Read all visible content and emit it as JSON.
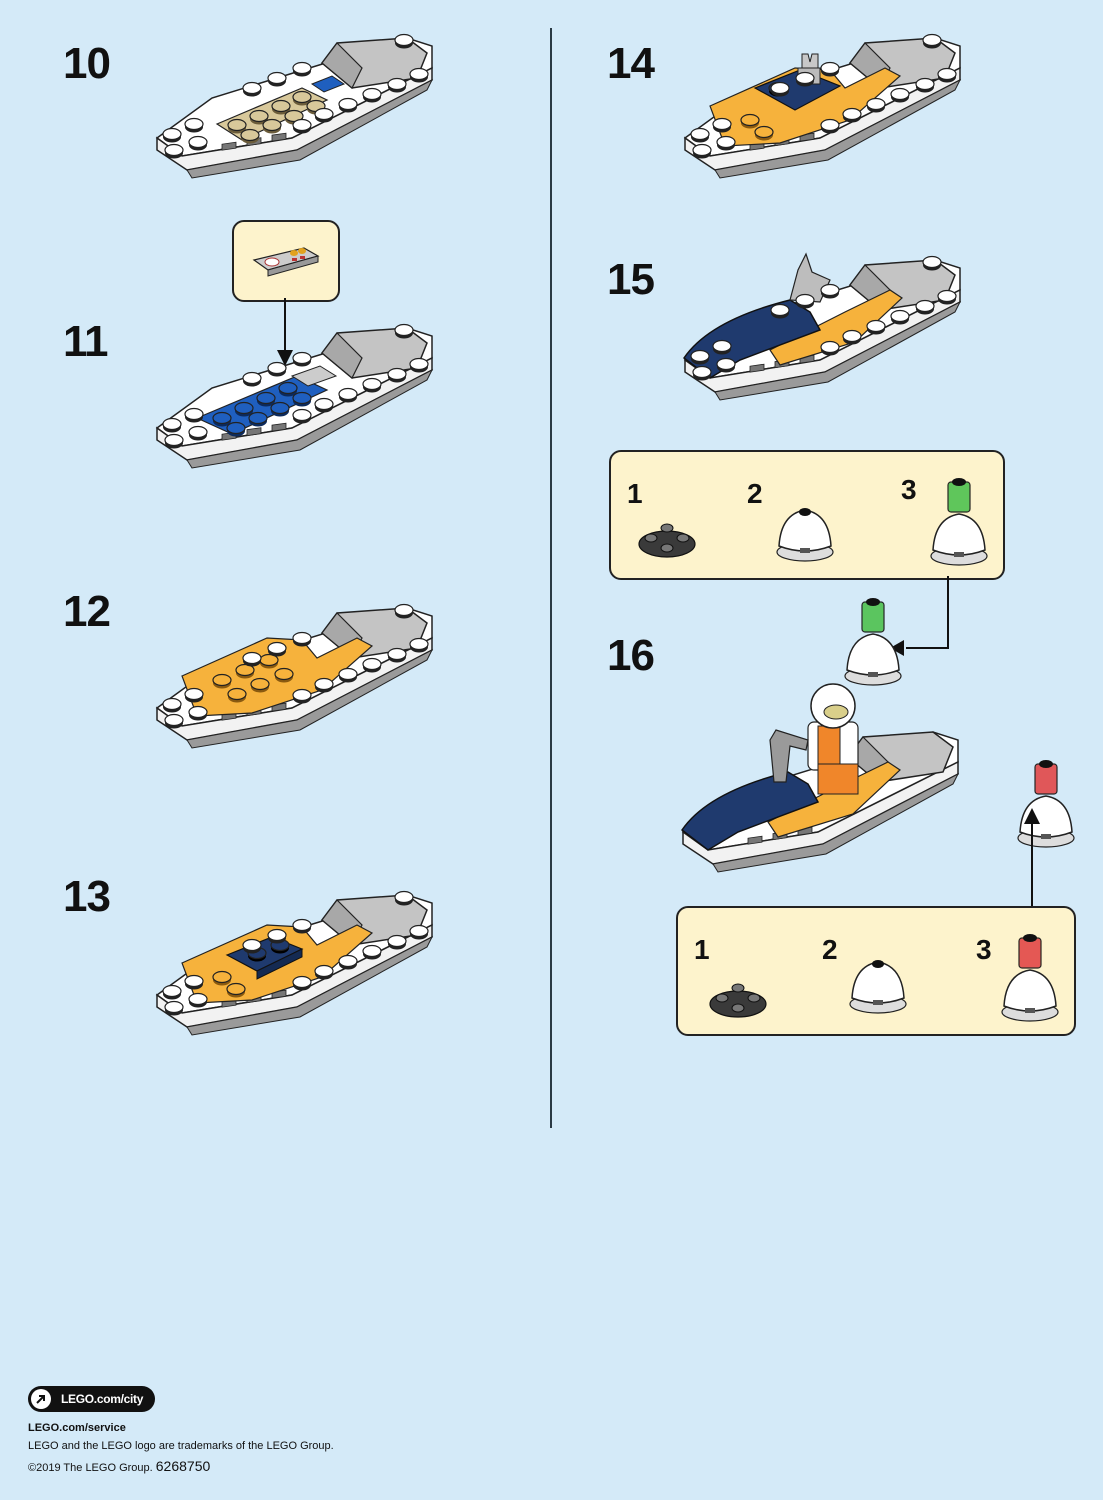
{
  "steps": [
    {
      "number": "10",
      "description": "Boat hull with tan 2x4 plate and blue 1x1 tile"
    },
    {
      "number": "11",
      "description": "Boat hull with blue plate; add printed dashboard tile"
    },
    {
      "number": "12",
      "description": "Add bright light orange wedge plates"
    },
    {
      "number": "13",
      "description": "Add dark blue 1x2 plates"
    },
    {
      "number": "14",
      "description": "Add dark blue plate with grey clip"
    },
    {
      "number": "15",
      "description": "Add dark blue curved slope and grey handlebar"
    },
    {
      "number": "16",
      "description": "Seat minifigure; place green and red buoys"
    }
  ],
  "callouts": {
    "step11_part": "Printed dashboard tile 1x2",
    "green_buoy": {
      "labels": [
        "1",
        "2",
        "3"
      ],
      "parts": [
        "dark grey round plate 2x2",
        "white dome",
        "trans-green round brick 1x1"
      ]
    },
    "red_buoy": {
      "labels": [
        "1",
        "2",
        "3"
      ],
      "parts": [
        "dark grey round plate 2x2",
        "white dome",
        "trans-red round brick 1x1"
      ]
    }
  },
  "footer": {
    "link_city": "LEGO.com/city",
    "link_service": "LEGO.com/service",
    "trademark": "LEGO and the LEGO logo are trademarks of the LEGO Group.",
    "copyright": "©2019 The LEGO Group.",
    "set_code": "6268750"
  },
  "colors": {
    "background": "#d4eaf8",
    "callout_bg": "#fdf3cc",
    "orange": "#f6b23c",
    "dark_blue": "#1f3a6e",
    "blue": "#1f5fbf",
    "tan": "#d8c89a",
    "grey": "#b5b5b5"
  }
}
